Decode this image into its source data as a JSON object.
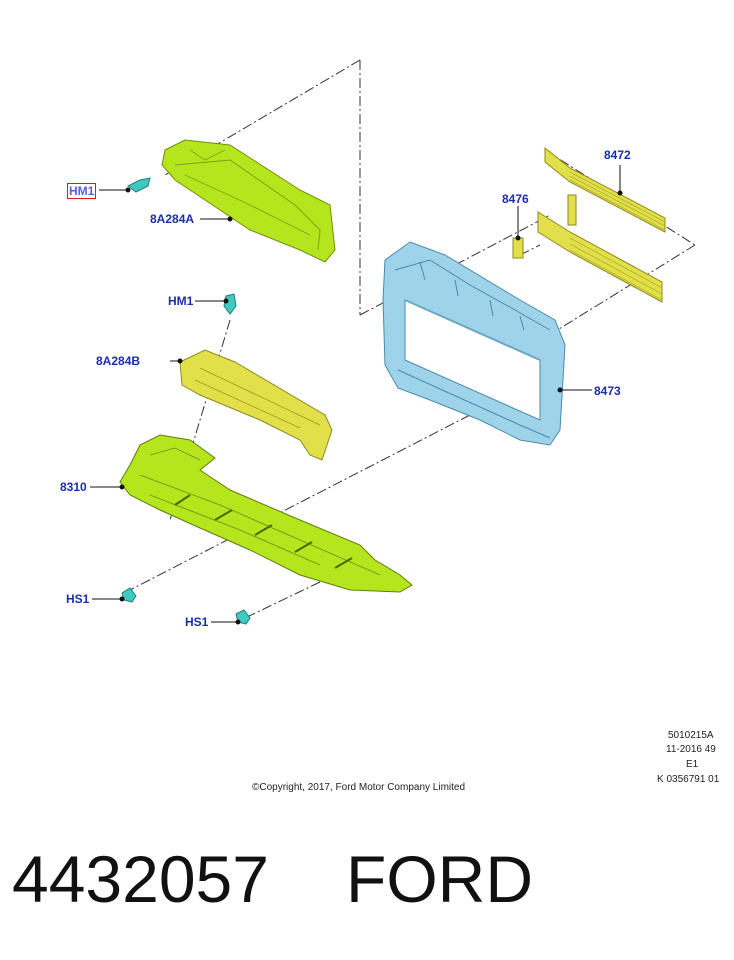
{
  "callouts": {
    "hm1_top": "HM1",
    "p8a284a": "8A284A",
    "hm1_mid": "HM1",
    "p8a284b": "8A284B",
    "p8310": "8310",
    "hs1_left": "HS1",
    "hs1_right": "HS1",
    "p8472": "8472",
    "p8476": "8476",
    "p8473": "8473"
  },
  "stamp": {
    "line1": "5010215A",
    "line2": "11-2016 49",
    "line3": "E1",
    "line4": "K 0356791 01"
  },
  "copyright": "©Copyright, 2017, Ford Motor Company Limited",
  "footer": {
    "part_number": "4432057",
    "brand": "FORD"
  },
  "colors": {
    "callout_text": "#1a2ea6",
    "highlight_box": "#d61a1a",
    "yellow_green_part": "#b5e61d",
    "yellow_part": "#e2e04a",
    "blue_part": "#9fd3ea",
    "fastener": "#3fc9c0"
  }
}
